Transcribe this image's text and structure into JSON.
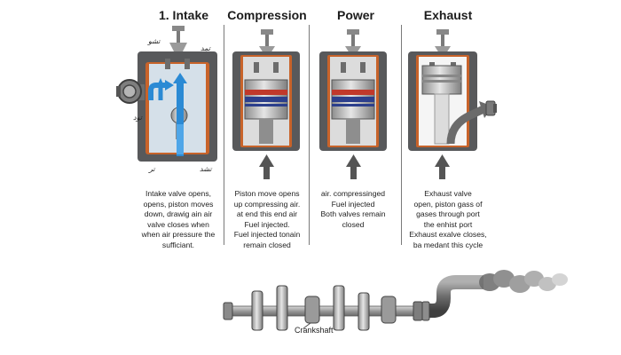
{
  "stages": [
    {
      "title": "1. Intake",
      "description": [
        "Intake valve opens,",
        "opens, piston moves",
        "down, drawig ain air",
        "valve closes when",
        "when air pressure the",
        "sufficiant."
      ],
      "labels": [
        "تشو",
        "تمد",
        "تود",
        "تر",
        "تشد"
      ]
    },
    {
      "title": "Compression",
      "description": [
        "Piston move opens",
        "up compressing air.",
        "at end this end air",
        "Fuel injected.",
        "Fuel injected tonain",
        "remain closed"
      ]
    },
    {
      "title": "Power",
      "description": [
        "air. compressinged",
        "Fuel injected",
        "Both valves remain",
        "closed"
      ]
    },
    {
      "title": "Exhaust",
      "description": [
        "Exhaust valve",
        "open, piston gass of",
        "gases through port",
        "the enhist port",
        "Exhaust exalve closes,",
        "ba medant this cycle"
      ]
    }
  ],
  "crankshaft": {
    "label": "Crankshaft"
  },
  "colors": {
    "cylinder": "#58595b",
    "liner": "#c8632a",
    "air_flow": "#2b8ad4",
    "exhaust_flow": "#6b6b6b",
    "piston_band_red": "#c0392b",
    "piston_band_blue": "#2c3f8c"
  }
}
